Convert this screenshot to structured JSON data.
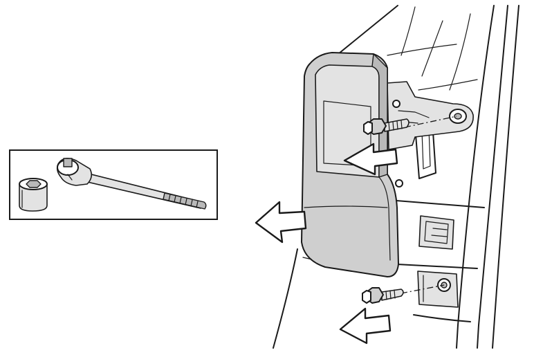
{
  "figure": {
    "subject": "tail-lamp-removal",
    "tool_inset_items": [
      "socket-icon",
      "ratchet-wrench-icon"
    ],
    "part_icons": [
      "tail-lamp-housing-icon",
      "mounting-bolt-icon",
      "removal-arrow-icon"
    ],
    "bolt_count": 2,
    "arrow_count": 3,
    "colors": {
      "line": "#1a1a1a",
      "lamp_fill": "#cfcfcf",
      "background": "#ffffff"
    }
  }
}
